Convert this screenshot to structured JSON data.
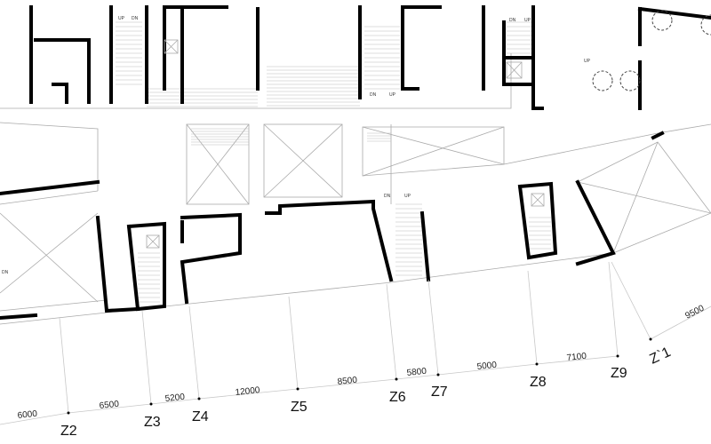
{
  "axes": [
    {
      "id": "z2",
      "label": "Z2"
    },
    {
      "id": "z3",
      "label": "Z3"
    },
    {
      "id": "z4",
      "label": "Z4"
    },
    {
      "id": "z5",
      "label": "Z5"
    },
    {
      "id": "z6",
      "label": "Z6"
    },
    {
      "id": "z7",
      "label": "Z7"
    },
    {
      "id": "z8",
      "label": "Z8"
    },
    {
      "id": "z9",
      "label": "Z9"
    },
    {
      "id": "z1",
      "label": "Z`1"
    }
  ],
  "dimensions": [
    "6000",
    "6500",
    "5200",
    "12000",
    "8500",
    "5800",
    "5000",
    "7100",
    "9500"
  ],
  "stair_labels": {
    "up": "UP",
    "dn": "DN"
  }
}
